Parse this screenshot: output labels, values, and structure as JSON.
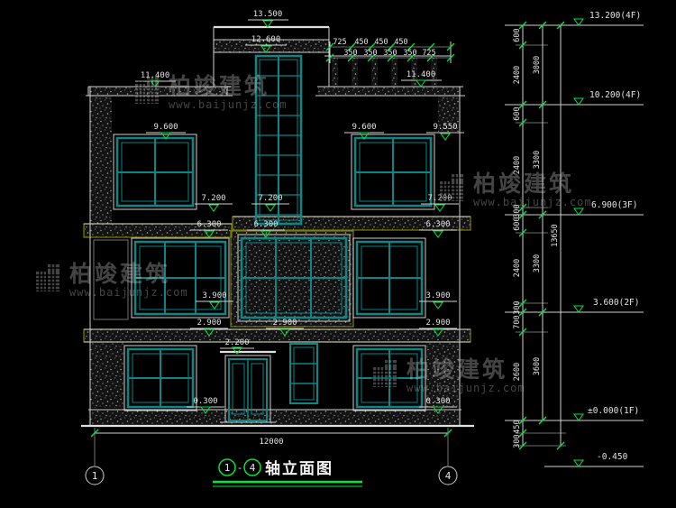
{
  "watermark": {
    "brand": "柏竣建筑",
    "url": "www.baijunjz.com"
  },
  "title": {
    "axis_from": "1",
    "separator": "-",
    "axis_to": "4",
    "label": "轴立面图"
  },
  "axis_bubbles": {
    "left": "1",
    "right": "4"
  },
  "levels": {
    "v13500": "13.500",
    "v12600": "12.600",
    "v11400": "11.400",
    "v9600": "9.600",
    "v9550": "9.550",
    "v7200": "7.200",
    "v6300": "6.300",
    "v3900": "3.900",
    "v2900": "2.900",
    "v2200": "2.200",
    "v0300": "0.300"
  },
  "bottom_dim": {
    "total_width": "12000"
  },
  "top_dims": {
    "row1": [
      "725",
      "450",
      "450",
      "450"
    ],
    "row2": [
      "350",
      "350",
      "350",
      "350",
      "725"
    ]
  },
  "right_dims": {
    "chain": [
      "600",
      "2400",
      "600",
      "2400",
      "300",
      "600",
      "2400",
      "300",
      "700",
      "2600",
      "450",
      "300"
    ],
    "subtotals": [
      "3000",
      "3300",
      "3300",
      "3600"
    ],
    "total": "13650",
    "floor_markers": [
      "13.200(4F)",
      "10.200(4F)",
      "6.900(3F)",
      "3.600(2F)",
      "±0.000(1F)",
      "-0.450"
    ]
  },
  "colors": {
    "background": "#000000",
    "line": "#d4d4d4",
    "window_frame": "#0e8585",
    "dim_accent": "#00e640",
    "balcony_outline": "#7f7f00",
    "watermark": "#c6c6c6"
  }
}
